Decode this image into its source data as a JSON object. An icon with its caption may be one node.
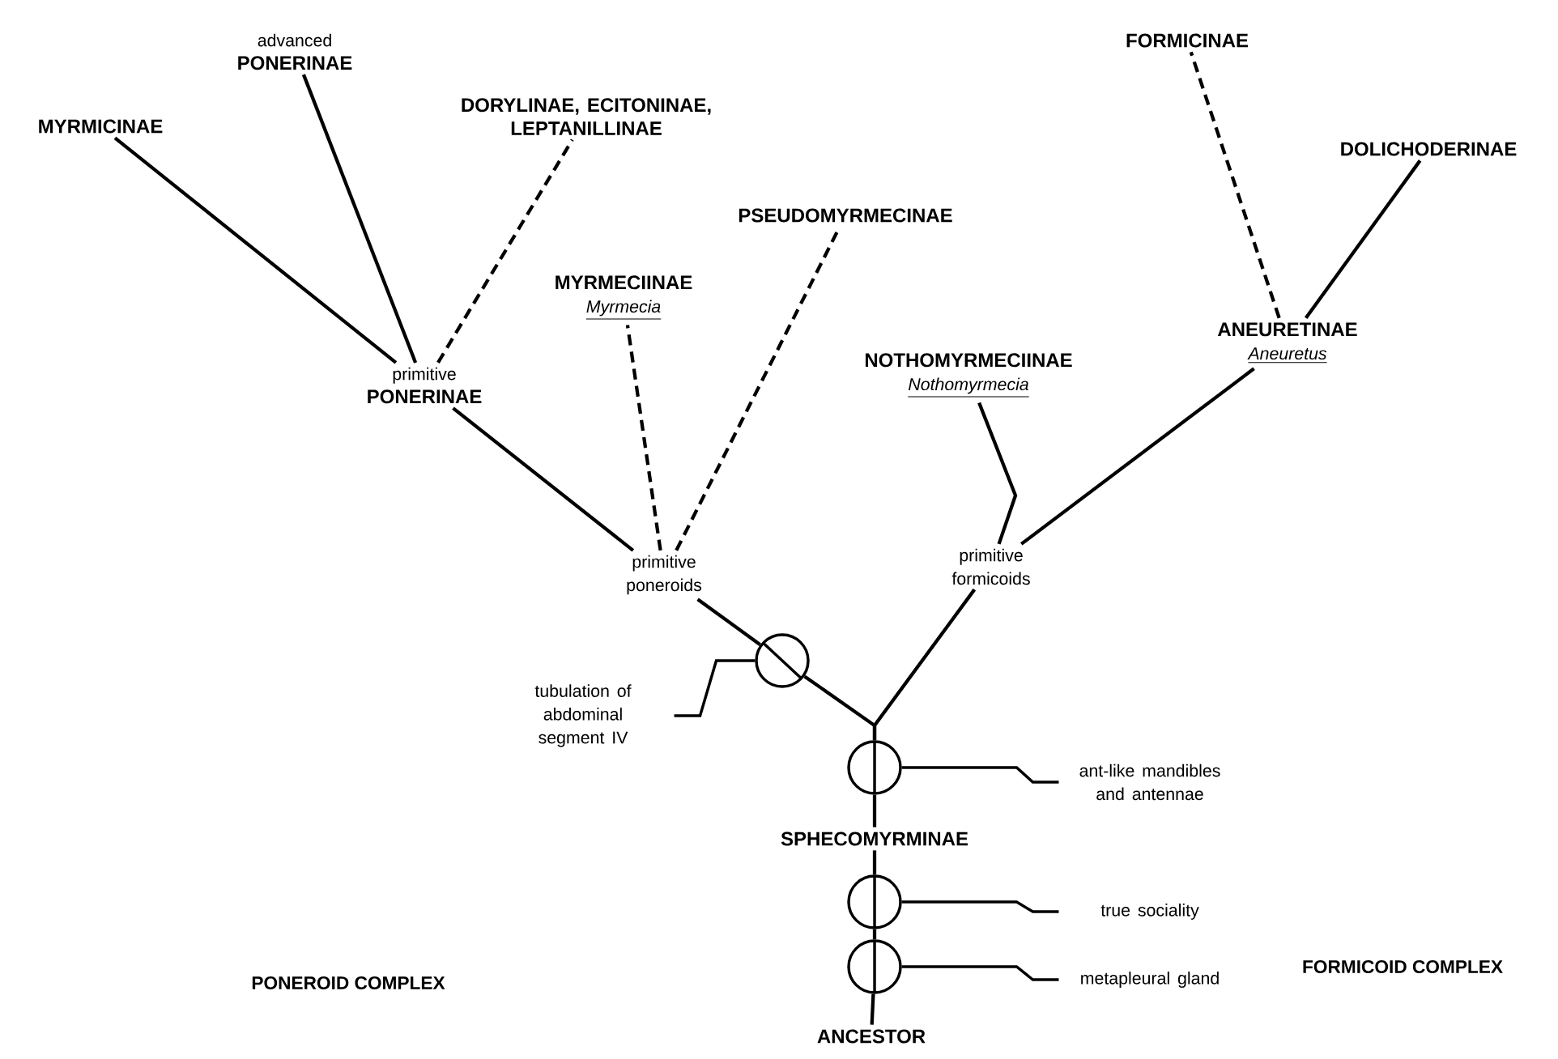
{
  "diagram": {
    "nodes": [
      {
        "text": [
          "MYRMICINAE"
        ]
      },
      {
        "text": [
          "advanced",
          "PONERINAE"
        ]
      },
      {
        "text": [
          "DORYLINAE, ECITONINAE, LEPTANILLINAE"
        ]
      },
      {
        "text": [
          "primitive",
          "PONERINAE"
        ]
      },
      {
        "text": [
          "MYRMECIINAE",
          "Myrmecia"
        ]
      },
      {
        "text": [
          "PSEUDOMYRMECINAE"
        ]
      },
      {
        "text": [
          "primitive poneroids"
        ]
      },
      {
        "text": [
          "NOTHOMYRMECIINAE",
          "Nothomyrmecia"
        ]
      },
      {
        "text": [
          "FORMICINAE"
        ]
      },
      {
        "text": [
          "ANEURETINAE",
          "Aneuretus"
        ]
      },
      {
        "text": [
          "DOLICHODERINAE"
        ]
      },
      {
        "text": [
          "primitive formicoids"
        ]
      },
      {
        "text": [],
        "shape": "circle"
      },
      {
        "text": [
          "tubulation of abdominal segment IV"
        ]
      },
      {
        "text": [
          "ant-like mandibles and antennae"
        ]
      },
      {
        "text": [],
        "shape": "circle"
      },
      {
        "text": [
          "SPHECOMYRMINAE"
        ]
      },
      {
        "text": [],
        "shape": "circle"
      },
      {
        "text": [
          "true sociality"
        ]
      },
      {
        "text": [],
        "shape": "circle"
      },
      {
        "text": [
          "metapleural gland"
        ]
      },
      {
        "text": [
          "ANCESTOR"
        ]
      }
    ],
    "edges": [
      {
        "from": 21,
        "to": 19,
        "arrow": "none"
      },
      {
        "from": 19,
        "to": 17,
        "arrow": "none"
      },
      {
        "from": 17,
        "to": 16,
        "arrow": "none"
      },
      {
        "from": 16,
        "to": 15,
        "arrow": "none"
      },
      {
        "from": 15,
        "to": 12,
        "arrow": "none"
      },
      {
        "from": 15,
        "to": 11,
        "arrow": "none"
      },
      {
        "from": 12,
        "to": 6,
        "arrow": "none"
      },
      {
        "from": 6,
        "to": 3,
        "arrow": "none"
      },
      {
        "from": 6,
        "to": 4,
        "arrow": "none",
        "style": "dashed"
      },
      {
        "from": 6,
        "to": 5,
        "arrow": "none",
        "style": "dashed"
      },
      {
        "from": 3,
        "to": 0,
        "arrow": "none"
      },
      {
        "from": 3,
        "to": 1,
        "arrow": "none"
      },
      {
        "from": 3,
        "to": 2,
        "arrow": "none",
        "style": "dashed"
      },
      {
        "from": 11,
        "to": 9,
        "arrow": "none"
      },
      {
        "from": 11,
        "to": 7,
        "arrow": "none"
      },
      {
        "from": 9,
        "to": 8,
        "arrow": "none",
        "style": "dashed"
      },
      {
        "from": 9,
        "to": 10,
        "arrow": "none"
      },
      {
        "from": 13,
        "to": 12,
        "arrow": "none"
      },
      {
        "from": 14,
        "to": 15,
        "arrow": "none"
      },
      {
        "from": 18,
        "to": 17,
        "arrow": "none"
      },
      {
        "from": 20,
        "to": 19,
        "arrow": "none"
      }
    ],
    "labels": [
      "PONEROID COMPLEX",
      "FORMICOID COMPLEX"
    ]
  }
}
